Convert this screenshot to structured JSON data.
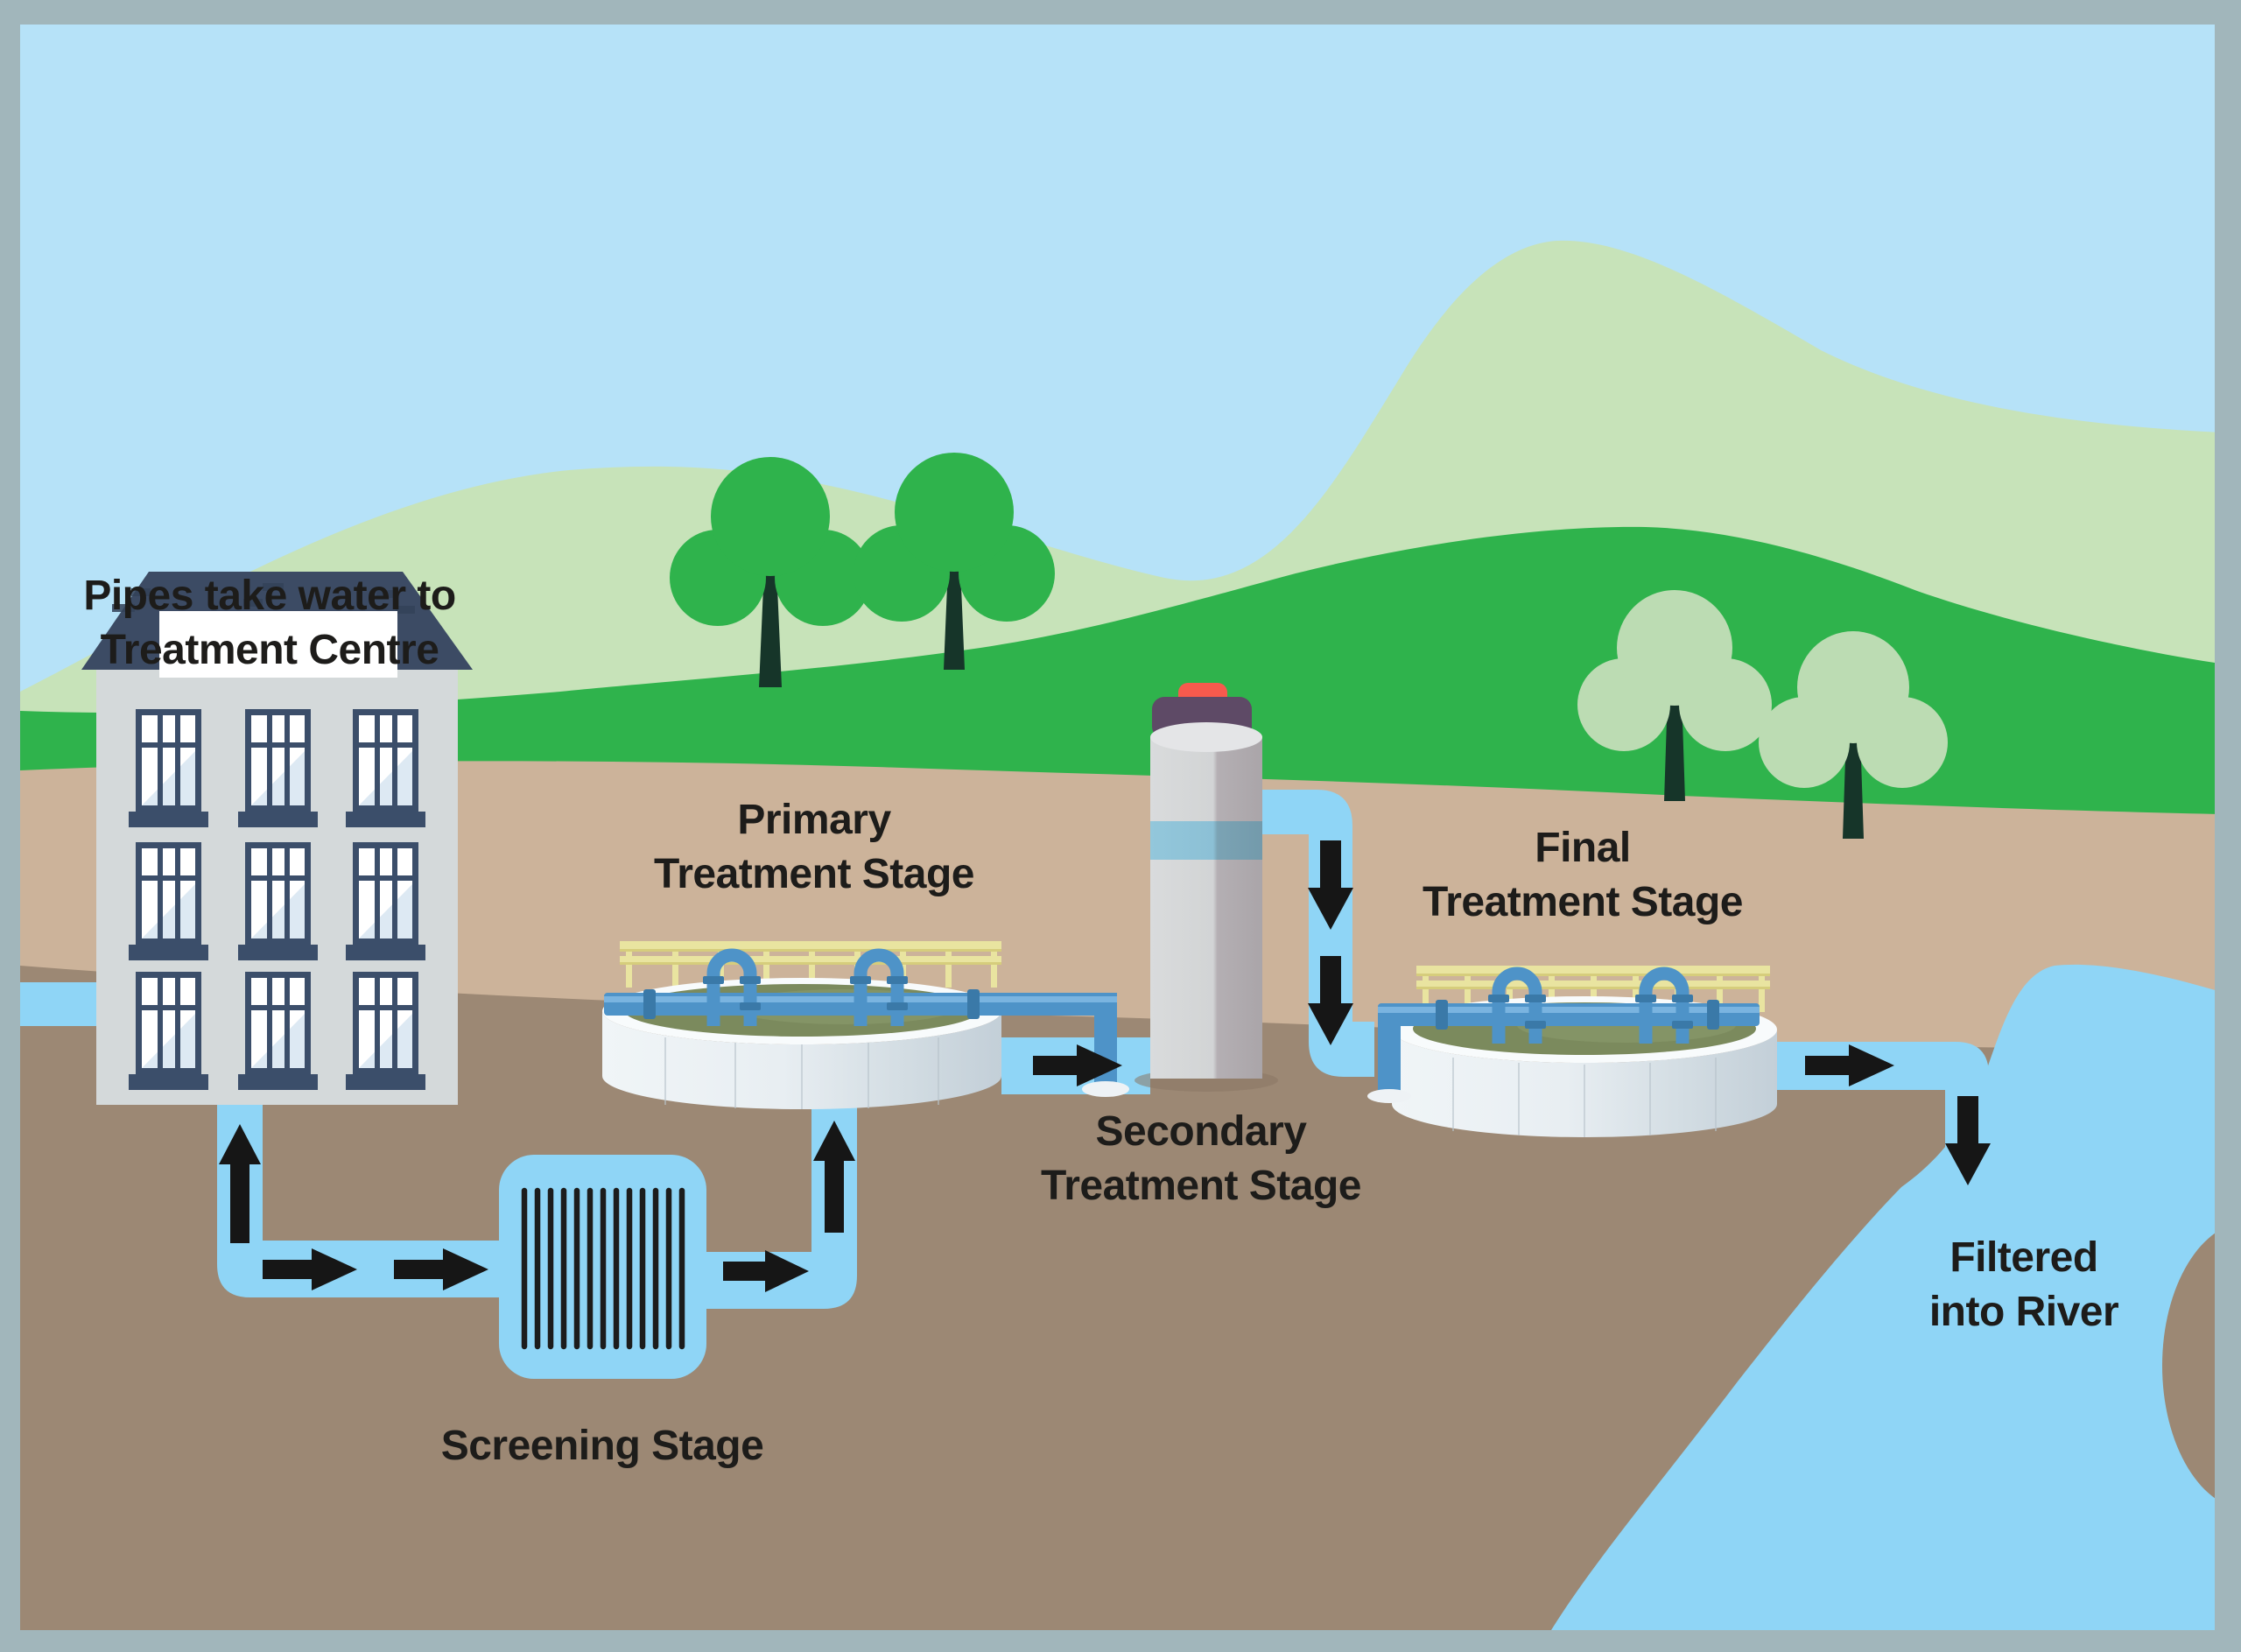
{
  "labels": {
    "source": "Pipes take water to\nTreatment Centre",
    "screening": "Screening Stage",
    "primary": "Primary\nTreatment Stage",
    "secondary": "Secondary\nTreatment Stage",
    "final": "Final\nTreatment Stage",
    "river": "Filtered\ninto River"
  },
  "palette": {
    "frame_border": "#a1b6bb",
    "sky": "#b6e2f8",
    "hill_far": "#c7e3b9",
    "hill_near": "#2fb34c",
    "ground_tan": "#ccb39a",
    "ground_brown": "#9c8874",
    "water_channel": "#8fd5f6",
    "arrow_black": "#161616",
    "roof_navy": "#3c4b64",
    "building_wall": "#d4d9da",
    "window_frame": "#3b4e6a",
    "tank_wall": "#e9eff2",
    "tank_water_green": "#7b8a5d",
    "railing_yellow": "#e9e4a0",
    "pipe_blue": "#4e93c8",
    "tower_grey": "#d2d4d5",
    "tower_band_blue": "#8cc0d5",
    "tower_cap_purple": "#5e4a66",
    "tower_cap_red": "#f75a4d",
    "tree_trunk": "#163529",
    "tree_pale": "#bcdcb3"
  }
}
